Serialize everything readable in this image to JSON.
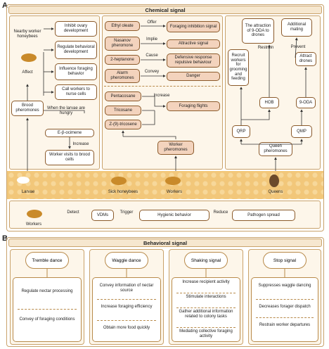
{
  "panel_a": {
    "letter": "A",
    "title": "Chemical signal",
    "left": {
      "nearby_workers": "Nearby worker honeybees",
      "affect": "Affect",
      "effects": [
        "Inhibit ovary development",
        "Regulate behavioral development",
        "Influence foraging behavior",
        "Call workers to nurse cells"
      ],
      "brood_pheromones": "Brood pheromones",
      "when_hungry": "When the larvae are hungry",
      "e_ocimene": "E-β-ocimene",
      "increase": "Increase",
      "worker_visits": "Worker visits to brood cells"
    },
    "middle": {
      "pairs": [
        {
          "left": "Ethyl oleate",
          "verb": "Offer",
          "right": "Foraging inhibition signal"
        },
        {
          "left": "Nasanov pheromone",
          "verb": "Implie",
          "right": "Attractive signal"
        },
        {
          "left": "2-heptanone",
          "verb": "Cause",
          "right": "Defensive response repulsive behaviour"
        },
        {
          "left": "Alarm pheromones",
          "verb": "Convey",
          "right": "Danger"
        }
      ],
      "hydrocarbons": [
        "Pentacosane",
        "Tricosane",
        "Z-(9)-tricosene"
      ],
      "increase": "Increase",
      "foraging_flights": "Foraging flights",
      "worker_pheromones": "Worker pheromones"
    },
    "right": {
      "top_left": "The attraction of 9-ODA to drones",
      "top_right": "Additional mating",
      "restrain": "Restrain",
      "prevent": "Prevent",
      "recruit": "Recruit workers for grooming and feeding",
      "attract": "Attract drones",
      "hob": "HOB",
      "oda": "9-ODA",
      "qrp": "QRP",
      "qmp": "QMP",
      "queen_pheromones": "Queen pheromones"
    },
    "comb_labels": [
      "Larvae",
      "Sick honeybees",
      "Workers",
      "Queens"
    ],
    "bottom": {
      "workers": "Workers",
      "detect": "Detect",
      "vdms": "VDMs",
      "trigger": "Trigger",
      "hygienic": "Hygienic behavior",
      "reduce": "Reduce",
      "pathogen": "Pathogen spread"
    }
  },
  "panel_b": {
    "letter": "B",
    "title": "Behavioral signal",
    "cards": [
      {
        "head": "Tremble dance",
        "items": [
          "Regulate nectar processing",
          "Convey of foraging conditions"
        ]
      },
      {
        "head": "Waggle dance",
        "items": [
          "Convey information of nectar source",
          "Increase foraging efficiency",
          "Obtain more food quickly"
        ]
      },
      {
        "head": "Shaking signal",
        "items": [
          "Increase recipient activity",
          "Stimulate interactions",
          "Gather additional information related to colony tasks",
          "Mediating collective foraging activity"
        ]
      },
      {
        "head": "Stop signal",
        "items": [
          "Suppresses waggle dancing",
          "Decreases forager dispatch",
          "Restrain worker departures"
        ]
      }
    ]
  }
}
